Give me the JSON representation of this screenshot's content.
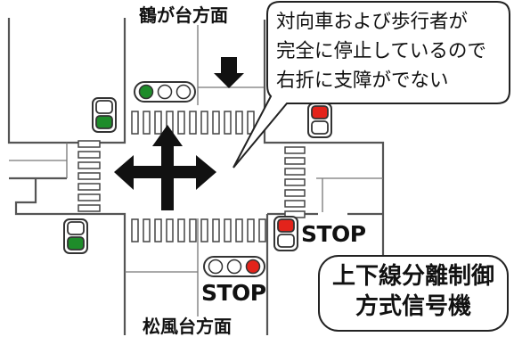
{
  "labels": {
    "north": "鶴が台方面",
    "south": "松風台方面",
    "stop_right": "STOP",
    "stop_bottom": "STOP"
  },
  "callout": {
    "lines": [
      "対向車および歩行者が",
      "完全に停止しているので",
      "右折に支障がでない"
    ]
  },
  "title_box": {
    "lines": [
      "上下線分離制御",
      "方式信号機"
    ]
  },
  "colors": {
    "green": "#1e8c2a",
    "red": "#e3231b",
    "lamp_off": "#ffffff",
    "line": "#555555",
    "arrow": "#111111"
  }
}
